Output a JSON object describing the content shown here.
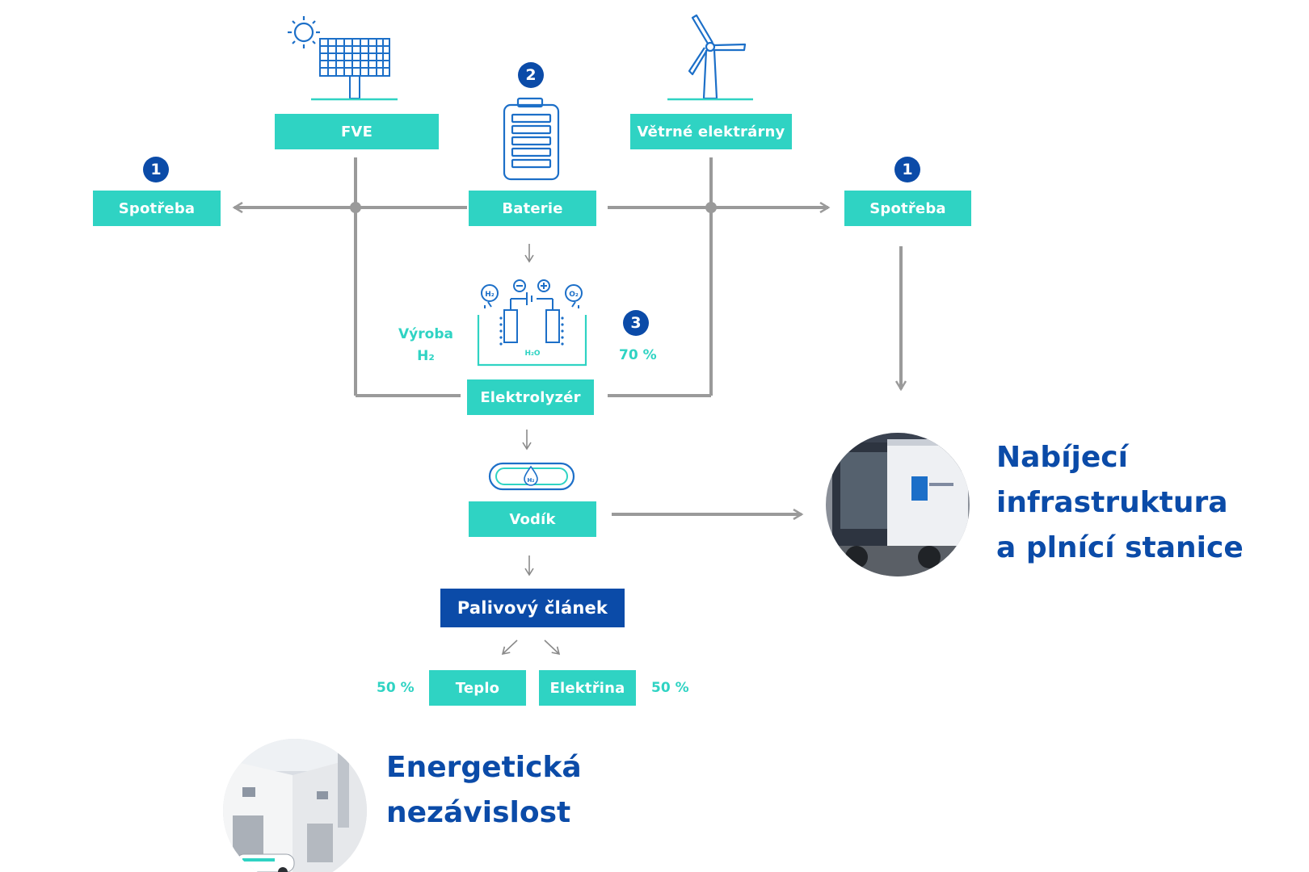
{
  "nodes": {
    "fve": "FVE",
    "wind": "Větrné elektrárny",
    "battery": "Baterie",
    "consumption_left": "Spotřeba",
    "consumption_right": "Spotřeba",
    "electrolyzer": "Elektrolyzér",
    "hydrogen": "Vodík",
    "fuel_cell": "Palivový článek",
    "heat": "Teplo",
    "electricity": "Elektřina"
  },
  "badges": {
    "consumption_left": "1",
    "consumption_right": "1",
    "battery": "2",
    "electrolysis": "3"
  },
  "labels": {
    "production_line1": "Výroba",
    "production_line2": "H₂",
    "efficiency": "70 %",
    "heat_share": "50 %",
    "electricity_share": "50 %",
    "electrolysis_h2": "H₂",
    "electrolysis_o2": "O₂",
    "electrolysis_water": "H₂O",
    "tank_h2": "H₂"
  },
  "outcomes": {
    "charging_line1": "Nabíjecí",
    "charging_line2": "infrastruktura",
    "charging_line3": "a plnící stanice",
    "independence_line1": "Energetická",
    "independence_line2": "nezávislost"
  },
  "icons": [
    "sun-icon",
    "solar-panel-icon",
    "battery-icon",
    "wind-turbine-icon",
    "electrolysis-icon",
    "hydrogen-tank-icon"
  ],
  "colors": {
    "teal": "#2fd3c3",
    "navy": "#0b4ba8",
    "icon_blue": "#1c6fc8",
    "connector_gray": "#9a9a9a"
  }
}
